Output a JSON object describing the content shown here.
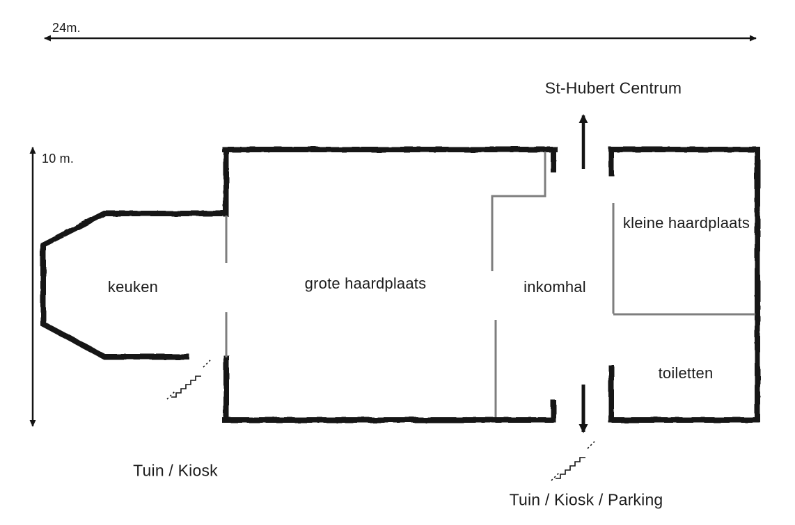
{
  "diagram": {
    "type": "floorplan",
    "title": "St-Hubert Centrum floor plan",
    "dimensions": {
      "width_label": "24m.",
      "height_label": "10 m."
    },
    "rooms": [
      {
        "id": "keuken",
        "label": "keuken"
      },
      {
        "id": "grote-haardplaats",
        "label": "grote haardplaats"
      },
      {
        "id": "inkomhal",
        "label": "inkomhal"
      },
      {
        "id": "kleine-haardplaats",
        "label": "kleine haardplaats"
      },
      {
        "id": "toiletten",
        "label": "toiletten"
      }
    ],
    "destinations": [
      {
        "id": "north",
        "label": "St-Hubert Centrum",
        "direction": "up"
      },
      {
        "id": "southwest",
        "label": "Tuin / Kiosk",
        "direction": "none"
      },
      {
        "id": "south",
        "label": "Tuin / Kiosk / Parking",
        "direction": "down"
      }
    ],
    "icons": {
      "north_exit_arrow": "up-arrow",
      "south_exit_arrow": "down-arrow",
      "width_dimension": "double-headed-horizontal-arrow",
      "height_dimension": "double-headed-vertical-arrow",
      "stairs_keuken": "stairs",
      "stairs_south": "stairs"
    },
    "colors": {
      "wall": "#141414",
      "partition": "#7e7e7e",
      "arrow": "#141414",
      "text": "#1c1c1c",
      "background": "#ffffff"
    }
  }
}
